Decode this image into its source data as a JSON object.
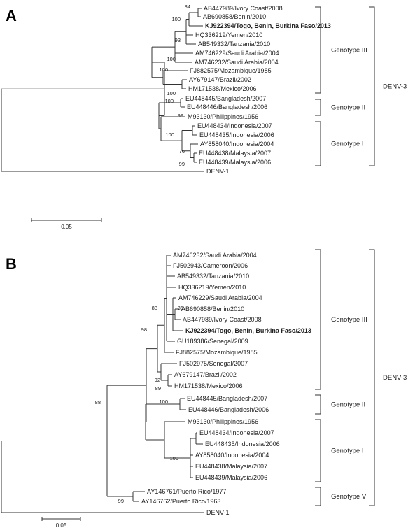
{
  "panels": [
    {
      "letter": "A",
      "taxa": [
        {
          "label": "AB447989/Ivory Coast/2008"
        },
        {
          "label": "AB690858/Benin/2010"
        },
        {
          "label": "KJ922394/Togo, Benin, Burkina Faso/2013",
          "bold": true
        },
        {
          "label": "HQ336219/Yemen/2010"
        },
        {
          "label": "AB549332/Tanzania/2010"
        },
        {
          "label": "AM746229/Saudi Arabia/2004"
        },
        {
          "label": "AM746232/Saudi Arabia/2004"
        },
        {
          "label": "FJ882575/Mozambique/1985"
        },
        {
          "label": "AY679147/Brazil/2002"
        },
        {
          "label": "HM171538/Mexico/2006"
        },
        {
          "label": "EU448445/Bangladesh/2007"
        },
        {
          "label": "EU448446/Bangladesh/2006"
        },
        {
          "label": "M93130/Philippines/1956"
        },
        {
          "label": "EU448434/Indonesia/2007"
        },
        {
          "label": "EU448435/Indonesia/2006"
        },
        {
          "label": "AY858040/Indonesia/2004"
        },
        {
          "label": "EU448438/Malaysia/2007"
        },
        {
          "label": "EU448439/Malaysia/2006"
        },
        {
          "label": "DENV-1"
        }
      ],
      "bootstraps": [
        "84",
        "100",
        "93",
        "100",
        "100",
        "100",
        "100",
        "99",
        "100",
        "76",
        "99"
      ],
      "genotypes": [
        "Genotype III",
        "Genotype II",
        "Genotype I"
      ],
      "serotype": "DENV-3",
      "scale_label": "0.05"
    },
    {
      "letter": "B",
      "taxa": [
        {
          "label": "AM746232/Saudi Arabia/2004"
        },
        {
          "label": "FJ502943/Cameroon/2006"
        },
        {
          "label": "AB549332/Tanzania/2010"
        },
        {
          "label": "HQ336219/Yemen/2010"
        },
        {
          "label": "AM746229/Saudi Arabia/2004"
        },
        {
          "label": "AB690858/Benin/2010"
        },
        {
          "label": "AB447989/Ivory Coast/2008"
        },
        {
          "label": "KJ922394/Togo, Benin, Burkina Faso/2013",
          "bold": true
        },
        {
          "label": "GU189386/Senegal/2009"
        },
        {
          "label": "FJ882575/Mozambique/1985"
        },
        {
          "label": "FJ502975/Senegal/2007"
        },
        {
          "label": "AY679147/Brazil/2002"
        },
        {
          "label": "HM171538/Mexico/2006"
        },
        {
          "label": "EU448445/Bangladesh/2007"
        },
        {
          "label": "EU448446/Bangladesh/2006"
        },
        {
          "label": "M93130/Philippines/1956"
        },
        {
          "label": "EU448434/Indonesia/2007"
        },
        {
          "label": "EU448435/Indonesia/2006"
        },
        {
          "label": "AY858040/Indonesia/2004"
        },
        {
          "label": "EU448438/Malaysia/2007"
        },
        {
          "label": "EU448439/Malaysia/2006"
        },
        {
          "label": "AY146761/Puerto Rico/1977"
        },
        {
          "label": "AY146762/Puerto Rico/1963"
        },
        {
          "label": "DENV-1"
        }
      ],
      "bootstraps": [
        "86",
        "83",
        "98",
        "92",
        "89",
        "88",
        "100",
        "100",
        "99"
      ],
      "genotypes": [
        "Genotype III",
        "Genotype II",
        "Genotype I",
        "Genotype V"
      ],
      "serotype": "DENV-3",
      "scale_label": "0.05"
    }
  ]
}
